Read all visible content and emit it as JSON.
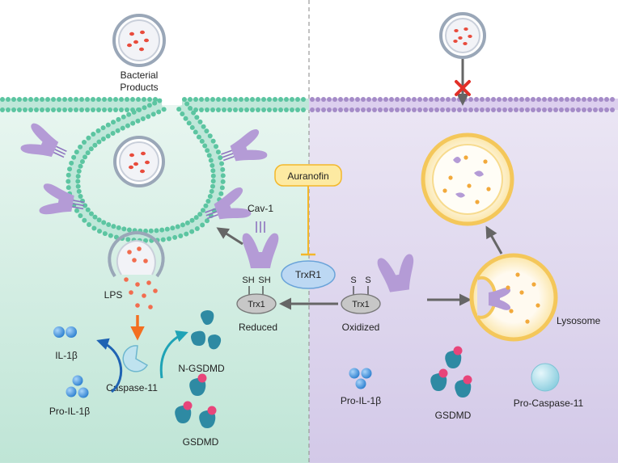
{
  "labels": {
    "bacterial_products_line1": "Bacterial",
    "bacterial_products_line2": "Products",
    "cav1": "Cav-1",
    "auranofin": "Auranofin",
    "trxr1": "TrxR1",
    "sh": "SH",
    "s": "S",
    "trx1": "Trx1",
    "reduced": "Reduced",
    "oxidized": "Oxidized",
    "lps": "LPS",
    "il1b": "IL-1β",
    "pro_il1b": "Pro-IL-1β",
    "caspase11": "Caspase-11",
    "n_gsdmd": "N-GSDMD",
    "gsdmd": "GSDMD",
    "lysosome": "Lysosome",
    "pro_caspase11": "Pro-Caspase-11"
  },
  "colors": {
    "left_bg": "#d3ede3",
    "right_bg": "#ddd6ec",
    "membrane_left": "#5cc5a1",
    "membrane_right": "#a58cc8",
    "receptor": "#b49bd6",
    "auranofin_fill": "#fdeaa2",
    "auranofin_border": "#f3b72a",
    "trxr1_fill": "#bcd8f3",
    "trxr1_border": "#6aa3d9",
    "trx1_fill": "#c7c7c7",
    "lysosome_fill": "#fbe9b3",
    "lysosome_border": "#f4c75a",
    "il1b_blue": "#3b8fd8",
    "gsdmd_teal": "#2e8aa3",
    "gsdmd_pink": "#e8457a",
    "lps_red": "#f26d4f",
    "arrow_orange": "#f36f20",
    "block_red": "#e23028",
    "gray_arrow": "#6b6b6b"
  }
}
